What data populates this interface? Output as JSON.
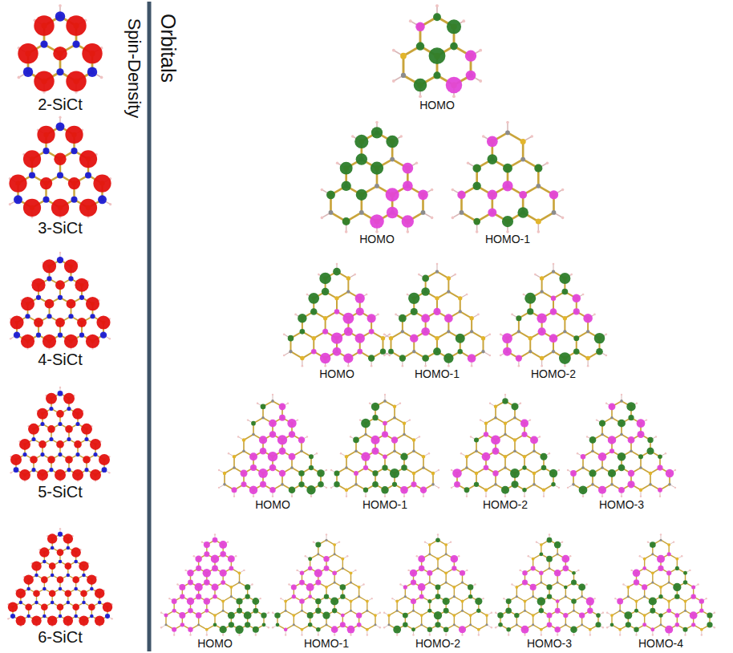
{
  "diagram": {
    "labels": [
      "Spin-Density",
      "Orbitals",
      "2-SiCt",
      "HOMO",
      "3-SiCt",
      "HOMO",
      "HOMO-1",
      "4-SiCt",
      "HOMO",
      "HOMO-1",
      "HOMO-2",
      "5-SiCt",
      "HOMO",
      "HOMO-1",
      "HOMO-2",
      "HOMO-3",
      "6-SiCt",
      "HOMO",
      "HOMO-1",
      "HOMO-2",
      "HOMO-3",
      "HOMO-4"
    ]
  }
}
